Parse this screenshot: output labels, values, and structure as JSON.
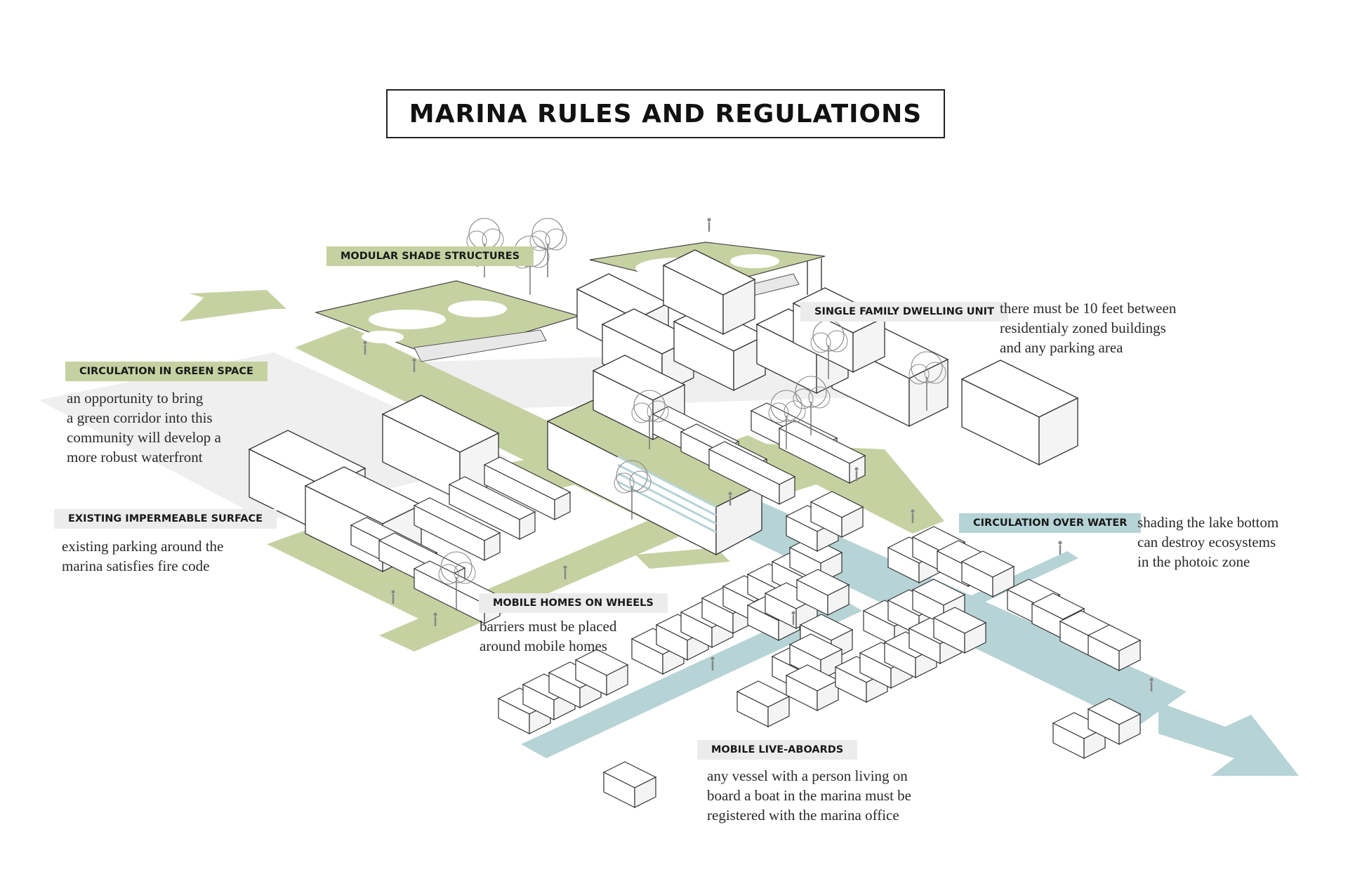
{
  "title": "MARINA RULES AND REGULATIONS",
  "colors": {
    "green_space": "#c6d1a2",
    "water": "#b6d3d6",
    "impermeable": "#efefef",
    "building_stroke": "#333333"
  },
  "annotations": {
    "modular_shade": {
      "tag": "MODULAR SHADE STRUCTURES"
    },
    "single_family": {
      "tag": "SINGLE FAMILY DWELLING UNIT",
      "lines": [
        "there must be 10 feet between",
        "residentialy zoned buildings",
        "and any parking area"
      ]
    },
    "green_circulation": {
      "tag": "CIRCULATION IN GREEN SPACE",
      "lines": [
        "an opportunity to bring",
        "a green corridor into this",
        "community will develop a",
        "more robust waterfront"
      ]
    },
    "impermeable": {
      "tag": "EXISTING IMPERMEABLE SURFACE",
      "lines": [
        "existing parking around the",
        "marina satisfies fire code"
      ]
    },
    "water_circulation": {
      "tag": "CIRCULATION OVER WATER",
      "lines": [
        "shading the lake bottom",
        "can destroy ecosystems",
        "in the photoic zone"
      ]
    },
    "mobile_homes": {
      "tag": "MOBILE HOMES ON WHEELS",
      "lines": [
        "barriers must be placed",
        "around mobile homes"
      ]
    },
    "live_aboards": {
      "tag": "MOBILE LIVE-ABOARDS",
      "lines": [
        "any vessel with a person living on",
        "board a boat in the marina must be",
        "registered with the marina office"
      ]
    }
  }
}
